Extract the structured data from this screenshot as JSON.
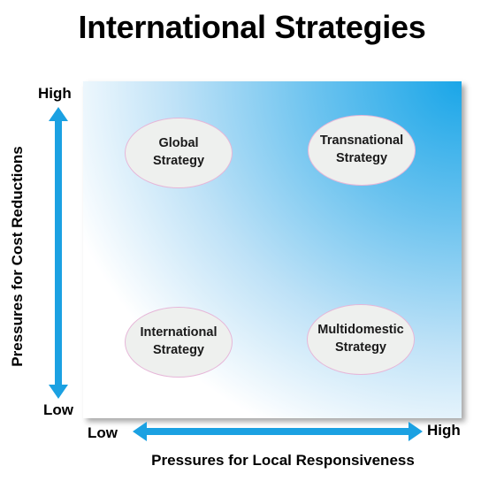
{
  "title": "International Strategies",
  "quadrants": {
    "top_left": {
      "line1": "Global",
      "line2": "Strategy"
    },
    "top_right": {
      "line1": "Transnational",
      "line2": "Strategy"
    },
    "bottom_left": {
      "line1": "International",
      "line2": "Strategy"
    },
    "bottom_right": {
      "line1": "Multidomestic",
      "line2": "Strategy"
    }
  },
  "y_axis": {
    "label": "Pressures for Cost Reductions",
    "high": "High",
    "low": "Low"
  },
  "x_axis": {
    "label": "Pressures for Local Responsiveness",
    "low": "Low",
    "high": "High"
  },
  "colors": {
    "arrow": "#1ba1e2",
    "ellipse_fill": "#eef0ee",
    "ellipse_border": "#e6b6d8",
    "gradient_strong": "#1aa6e8"
  }
}
